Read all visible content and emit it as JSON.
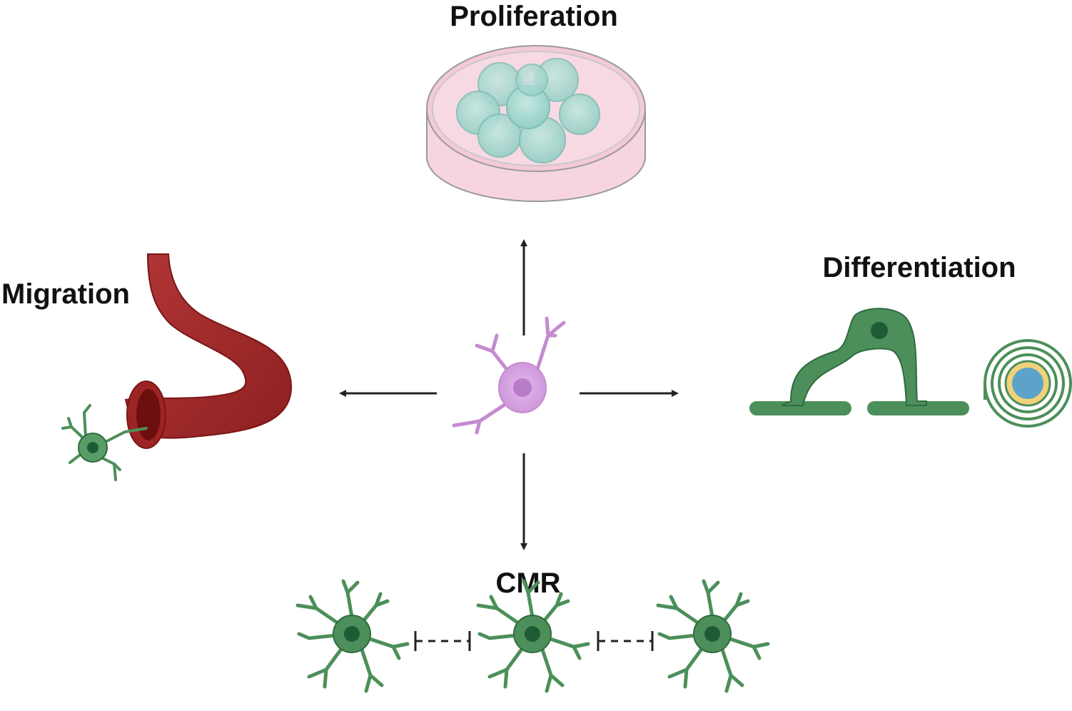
{
  "labels": {
    "proliferation": "Proliferation",
    "migration": "Migration",
    "differentiation": "Differentiation",
    "cmr": "CMR"
  },
  "colors": {
    "opc_purple": "#d9a6e2",
    "opc_purple_dark": "#c48bd0",
    "oligo_green": "#4c8f5a",
    "oligo_green_dark": "#2e6b3f",
    "nucleus_green": "#1f5b34",
    "vessel_red": "#a62c2c",
    "vessel_red_dark": "#7a1616",
    "dish_pink": "#f3c6d6",
    "cell_teal": "#a9d9d0",
    "axon_blue": "#5ba3c9",
    "myelin_yellow": "#f0d27a",
    "arrow": "#222222"
  },
  "icons": {
    "center": "opc-cell-icon",
    "proliferation": "petri-dish-icon",
    "migration": "blood-vessel-icon",
    "differentiation": "myelinating-oligodendrocyte-icon",
    "cmr": "cell-mediated-repulsion-icon"
  }
}
